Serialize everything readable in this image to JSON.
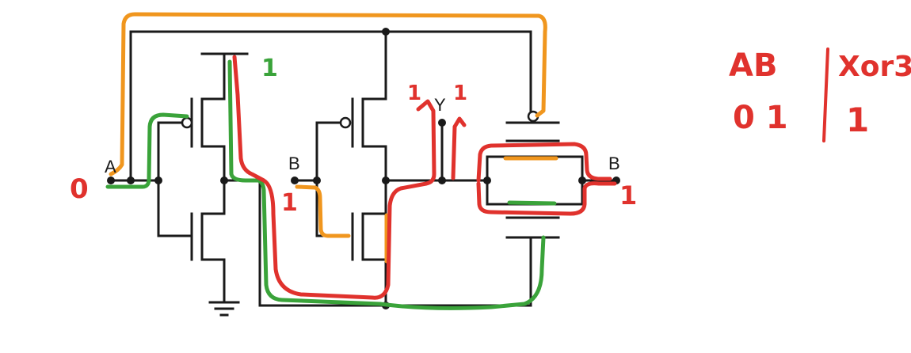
{
  "diagram": {
    "labels": {
      "input_a": "A",
      "input_b_left": "B",
      "output_y": "Y",
      "input_b_right": "B"
    },
    "annotations": {
      "a_value": "0",
      "b_value_left": "1",
      "b_value_right": "1",
      "top_supply_value": "1",
      "y_value_left": "1",
      "y_value_right": "1"
    },
    "truth_table": {
      "header_inputs": "AB",
      "header_output": "Xor3",
      "row_inputs": "0 1",
      "row_output": "1"
    },
    "colors": {
      "wire": "#1a1a1a",
      "orange": "#f0961e",
      "green": "#3aa33a",
      "red": "#e0322d"
    }
  }
}
